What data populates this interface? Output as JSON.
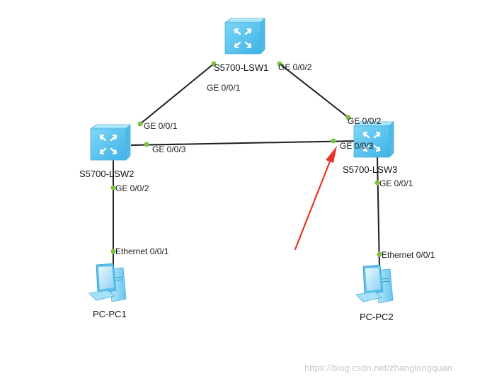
{
  "devices": {
    "lsw1": {
      "name": "S5700-LSW1",
      "icon": "switch-icon"
    },
    "lsw2": {
      "name": "S5700-LSW2",
      "icon": "switch-icon"
    },
    "lsw3": {
      "name": "S5700-LSW3",
      "icon": "switch-icon"
    },
    "pc1": {
      "name": "PC-PC1",
      "icon": "pc-icon"
    },
    "pc2": {
      "name": "PC-PC2",
      "icon": "pc-icon"
    }
  },
  "ports": {
    "lsw1_g1": "GE 0/0/1",
    "lsw1_g2": "GE 0/0/2",
    "lsw2_g1": "GE 0/0/1",
    "lsw2_g3": "GE 0/0/3",
    "lsw2_g2": "GE 0/0/2",
    "lsw3_g2": "GE 0/0/2",
    "lsw3_g3": "GE 0/0/3",
    "lsw3_g1": "GE 0/0/1",
    "pc1_eth": "Ethernet 0/0/1",
    "pc2_eth": "Ethernet 0/0/1"
  },
  "links": [
    {
      "from": "S5700-LSW1 GE 0/0/1",
      "to": "S5700-LSW2 GE 0/0/1"
    },
    {
      "from": "S5700-LSW1 GE 0/0/2",
      "to": "S5700-LSW3 GE 0/0/2"
    },
    {
      "from": "S5700-LSW2 GE 0/0/3",
      "to": "S5700-LSW3 GE 0/0/3"
    },
    {
      "from": "S5700-LSW2 GE 0/0/2",
      "to": "PC-PC1 Ethernet 0/0/1"
    },
    {
      "from": "S5700-LSW3 GE 0/0/1",
      "to": "PC-PC2 Ethernet 0/0/1"
    }
  ],
  "colors": {
    "link": "#1e1e1e",
    "port_dot": "#7bc142",
    "switch_body": "#5fc8f0",
    "arrow": "#e8332a"
  },
  "watermark": "https://blog.csdn.net/zhanglongquan"
}
